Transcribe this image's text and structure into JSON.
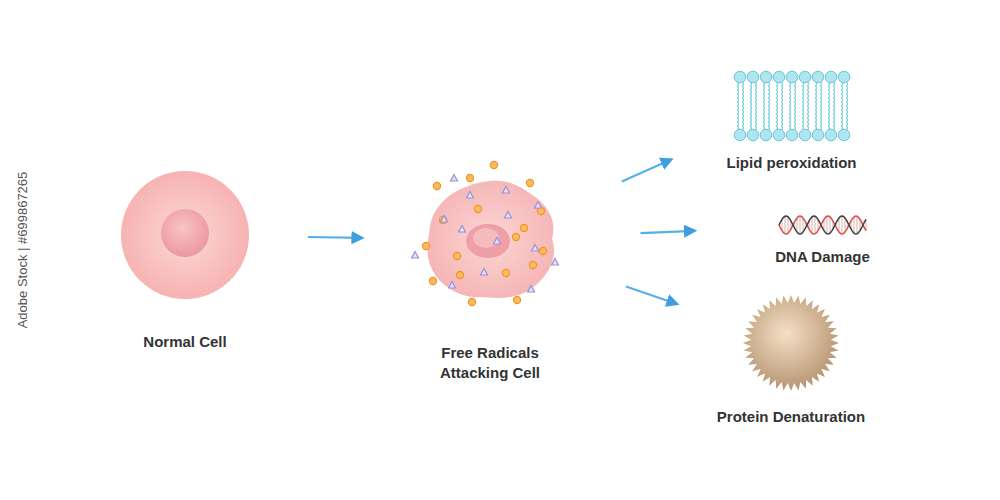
{
  "diagram": {
    "nodes": [
      {
        "text": [
          "Normal Cell"
        ]
      },
      {
        "text": [
          "Free Radicals Attacking Cell"
        ]
      },
      {
        "text": [
          "Lipid peroxidation"
        ]
      },
      {
        "text": [
          "DNA Damage"
        ]
      },
      {
        "text": [
          "Protein Denaturation"
        ]
      }
    ],
    "edges": [
      {
        "from": 0,
        "to": 1,
        "arrow": "to"
      },
      {
        "from": 1,
        "to": 2,
        "arrow": "to"
      },
      {
        "from": 1,
        "to": 3,
        "arrow": "to"
      },
      {
        "from": 1,
        "to": 4,
        "arrow": "to"
      }
    ],
    "labels": [
      "Adobe Stock | #699867265"
    ]
  }
}
